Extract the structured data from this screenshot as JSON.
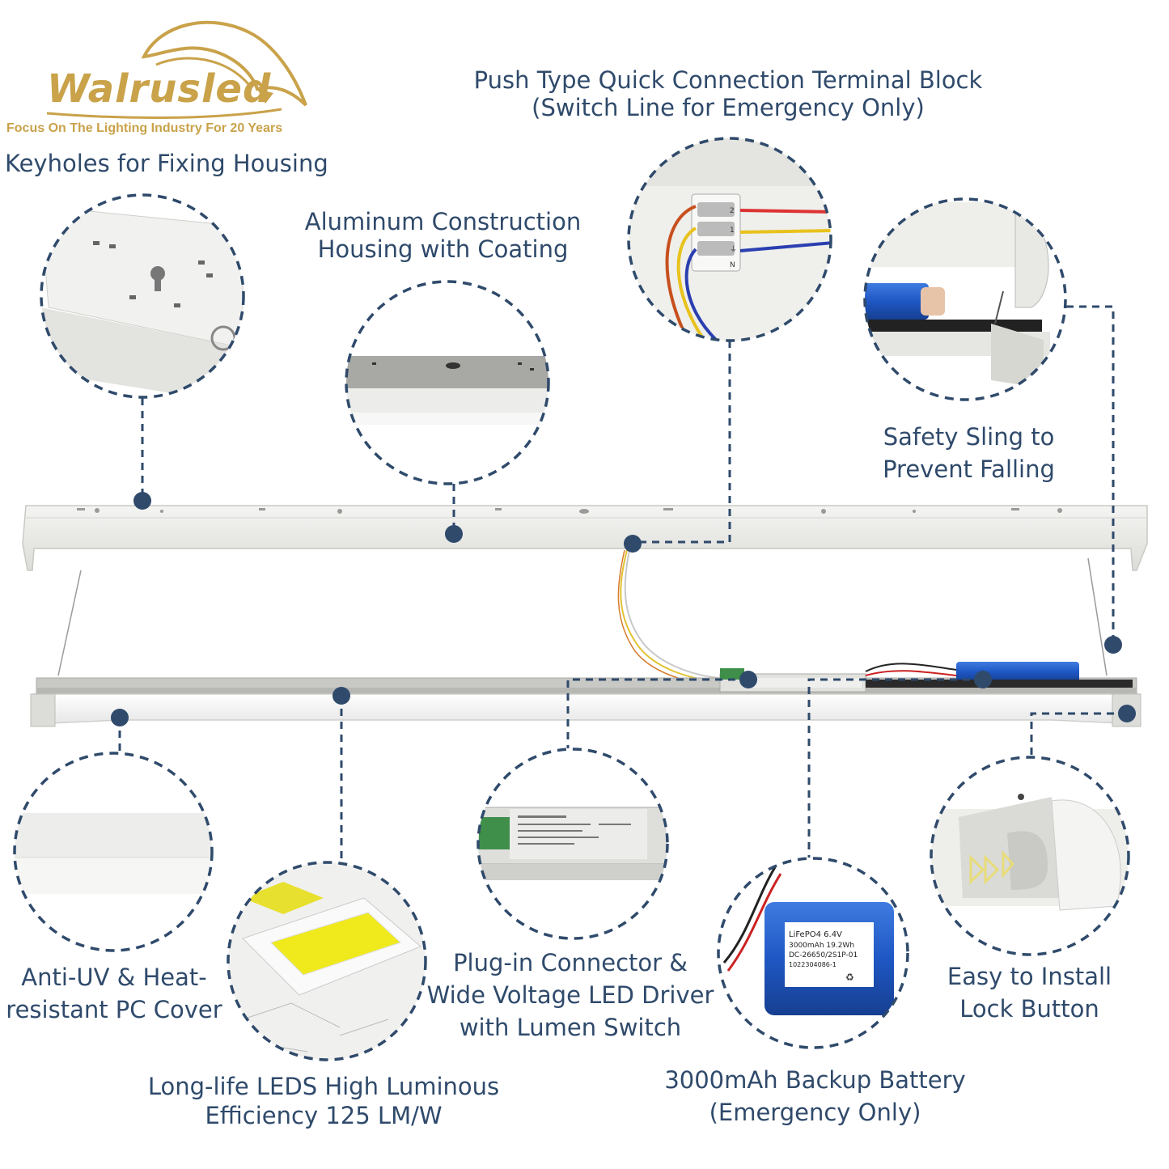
{
  "brand": {
    "name": "Walrusled",
    "tagline": "Focus On The Lighting Industry For 20 Years",
    "color": "#c9a24a"
  },
  "colors": {
    "text": "#2f4a6b",
    "dash": "#2f4a6b",
    "fixture": "#eeeeec",
    "battery": "#1f57c4"
  },
  "callouts": {
    "keyholes": [
      "Keyholes for Fixing Housing"
    ],
    "terminal": [
      "Push Type Quick Connection Terminal Block",
      "(Switch Line for Emergency Only)"
    ],
    "housing": [
      "Aluminum Construction",
      "Housing with Coating"
    ],
    "sling": [
      "Safety Sling to",
      "Prevent Falling"
    ],
    "cover": [
      "Anti-UV & Heat-",
      "resistant PC Cover"
    ],
    "leds": [
      "Long-life LEDS High Luminous",
      "Efficiency 125 LM/W"
    ],
    "driver": [
      "Plug-in Connector &",
      "Wide Voltage LED Driver",
      "with Lumen Switch"
    ],
    "battery": [
      "3000mAh Backup Battery",
      "(Emergency Only)"
    ],
    "lock": [
      "Easy to Install",
      "Lock Button"
    ]
  },
  "battery_print": {
    "line1": "LiFePO4  6.4V",
    "line2": "3000mAh  19.2Wh",
    "line3": "DC-26650/2S1P-01",
    "line4": "1022304086-1"
  },
  "terminal_numbers": [
    "2",
    "1",
    "⏚",
    "N"
  ],
  "icons": [
    "walrus-logo",
    "keyhole-icon",
    "recycle-icon",
    "arrow-icon"
  ]
}
